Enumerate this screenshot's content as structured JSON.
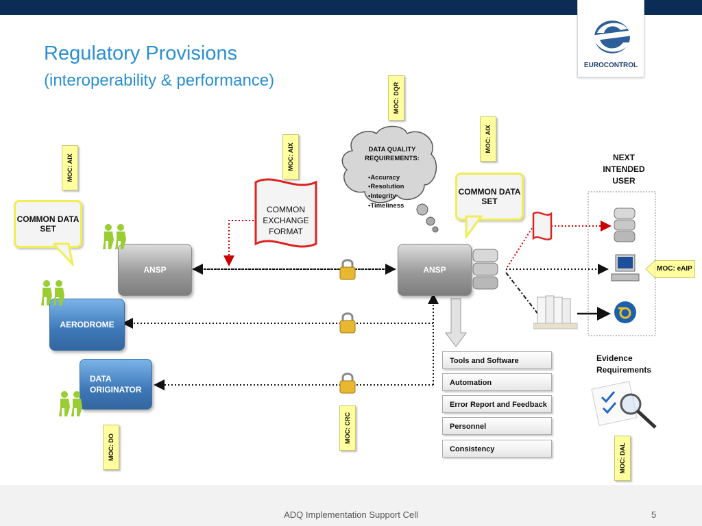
{
  "header": {
    "title": "Regulatory Provisions",
    "subtitle": "(interoperability & performance)",
    "logo_text": "EUROCONTROL"
  },
  "tags": {
    "moc_aix_left": "MOC: AIX",
    "moc_aix_mid": "MOC: AIX",
    "moc_dqr": "MOC: DQR",
    "moc_aix_right": "MOC: AIX",
    "moc_crc": "MOC: CRC",
    "moc_do": "MOC: DO",
    "moc_dal": "MOC: DAL",
    "moc_eaip": "MOC: eAIP"
  },
  "callouts": {
    "common_data_set_left": "COMMON DATA SET",
    "common_data_set_right": "COMMON DATA SET",
    "common_exchange_format": "COMMON EXCHANGE FORMAT"
  },
  "cloud": {
    "title": "DATA QUALITY REQUIREMENTS:",
    "items": [
      "•Accuracy",
      "•Resolution",
      "•Integrity",
      "•Timeliness"
    ]
  },
  "nodes": {
    "ansp_left": "ANSP",
    "ansp_right": "ANSP",
    "aerodrome": "AERODROME",
    "data_originator": "DATA ORIGINATOR"
  },
  "next_user": "NEXT INTENDED USER",
  "evidence": "Evidence Requirements",
  "list": [
    "Tools and Software",
    "Automation",
    "Error Report and Feedback",
    "Personnel",
    "Consistency"
  ],
  "footer": {
    "text": "ADQ Implementation Support Cell",
    "page": "5"
  },
  "colors": {
    "header_bar": "#0b2d55",
    "title": "#2a8fd0",
    "tag_fill": "#ffffa0",
    "callout_border": "#eeee55"
  }
}
